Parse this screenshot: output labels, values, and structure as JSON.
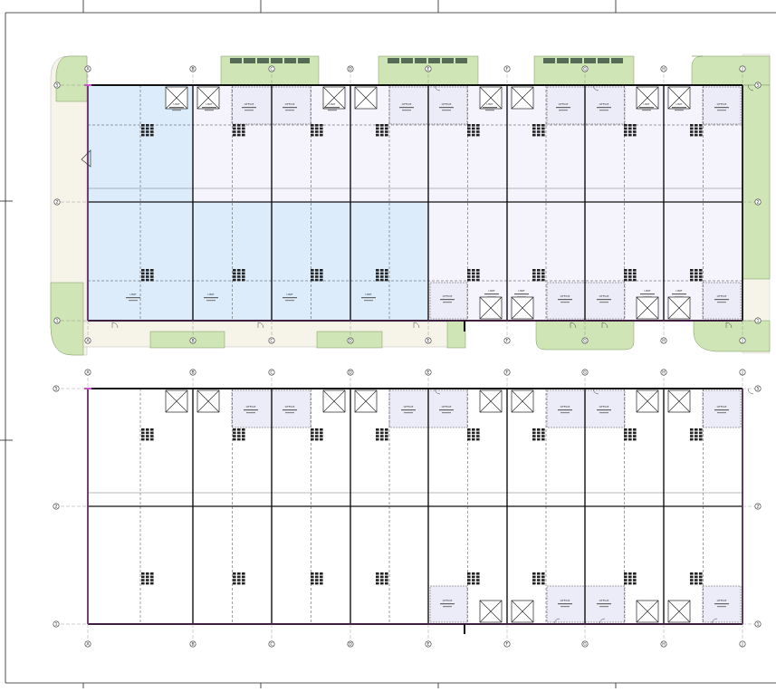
{
  "colors": {
    "paper": "#ffffff",
    "landscape": "#cfe5b6",
    "landscape_stroke": "#7a9a60",
    "paving": "#f6f4e8",
    "highlight_blue": "#dcecfb",
    "tenant_lavender": "#f5f3fb",
    "office_box": "#ecebf8",
    "wall": "#111111",
    "grid_line": "#222222",
    "dashed": "#444444",
    "property_line": "#d04fd0"
  },
  "plans": {
    "ground": {
      "row_bubbles": [
        "5",
        "2",
        "1"
      ],
      "column_bubbles": [
        "A",
        "B",
        "C",
        "D",
        "E",
        "F",
        "G",
        "H",
        "J"
      ]
    },
    "upper": {
      "row_bubbles": [
        "5",
        "2",
        "1"
      ],
      "column_bubbles": [
        "A",
        "B",
        "C",
        "D",
        "E",
        "F",
        "G",
        "H",
        "J"
      ]
    }
  },
  "unit_labels": {
    "ground_top": [
      "UNIT",
      "UNIT",
      "OFFICE",
      "OFFICE",
      "UNIT",
      "OFFICE",
      "OFFICE",
      "UNIT",
      "OFFICE",
      "OFFICE",
      "UNIT",
      "UNIT",
      "OFFICE"
    ],
    "ground_bottom": [
      "UNIT",
      "UNIT",
      "UNIT",
      "UNIT",
      "OFFICE",
      "UNIT",
      "UNIT",
      "OFFICE",
      "OFFICE",
      "UNIT",
      "UNIT",
      "OFFICE"
    ],
    "upper_top": [
      "OFFICE",
      "OFFICE",
      "OFFICE",
      "OFFICE",
      "OFFICE",
      "OFFICE",
      "OFFICE"
    ],
    "upper_bottom": [
      "OFFICE",
      "OFFICE",
      "OFFICE",
      "OFFICE"
    ]
  }
}
